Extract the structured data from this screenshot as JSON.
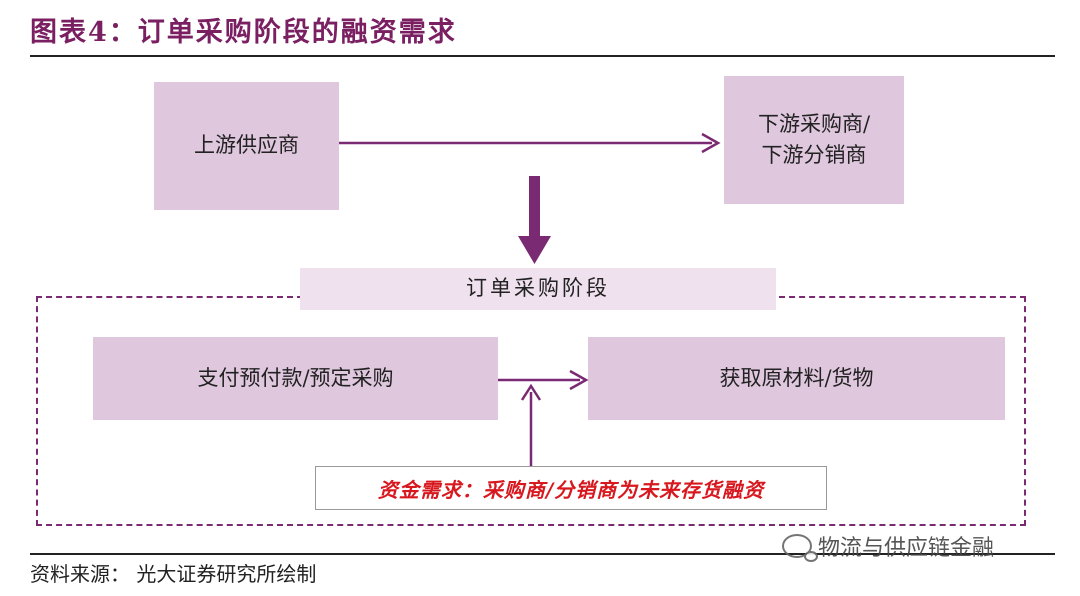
{
  "title": "图表4：订单采购阶段的融资需求",
  "nodes": {
    "upstream": "上游供应商",
    "downstream": "下游采购商/\n下游分销商",
    "stage": "订单采购阶段",
    "prepay": "支付预付款/预定采购",
    "materials": "获取原材料/货物",
    "demand": "资金需求：采购商/分销商为未来存货融资"
  },
  "source": "资料来源：  光大证券研究所绘制",
  "watermark": "物流与供应链金融",
  "colors": {
    "box": "#dfc7de",
    "arrow": "#7a2a72",
    "title": "#7a1f62",
    "demand_text": "#d8181f"
  }
}
